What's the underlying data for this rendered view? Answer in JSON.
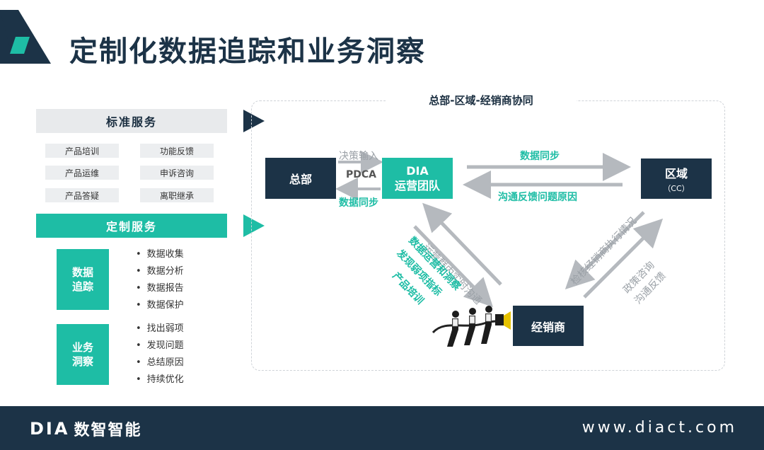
{
  "title": "定制化数据追踪和业务洞察",
  "left": {
    "standard_header": "标准服务",
    "standard_items": [
      "产品培训",
      "功能反馈",
      "产品运维",
      "申诉咨询",
      "产品答疑",
      "离职继承"
    ],
    "custom_header": "定制服务",
    "groups": [
      {
        "label": "数据\n追踪",
        "items": [
          "数据收集",
          "数据分析",
          "数据报告",
          "数据保护"
        ]
      },
      {
        "label": "业务\n洞察",
        "items": [
          "找出弱项",
          "发现问题",
          "总结原因",
          "持续优化"
        ]
      }
    ]
  },
  "diagram": {
    "title": "总部-区域-经销商协同",
    "hq": "总部",
    "dia_line1": "DIA",
    "dia_line2": "运营团队",
    "region": "区域",
    "region_sub": "（CC）",
    "dealer": "经销商",
    "label_decision": "决策输入",
    "label_pdca": "PDCA",
    "label_sync_left": "数据同步",
    "label_sync_right": "数据同步",
    "label_feedback": "沟通反馈问题原因",
    "label_realtime": "运营群内实时沟通",
    "label_ops_1": "数据运营和洞察",
    "label_ops_2": "发现弱项指标",
    "label_ops_3": "产品培训",
    "label_check": "检核经销商执行情况",
    "label_policy_1": "政策咨询",
    "label_policy_2": "沟通反馈"
  },
  "footer": {
    "logo": "DIA",
    "brand": "数智智能",
    "url": "www.diact.com"
  },
  "colors": {
    "navy": "#1c3347",
    "teal": "#1ebda5",
    "grey": "#b5b9be"
  }
}
